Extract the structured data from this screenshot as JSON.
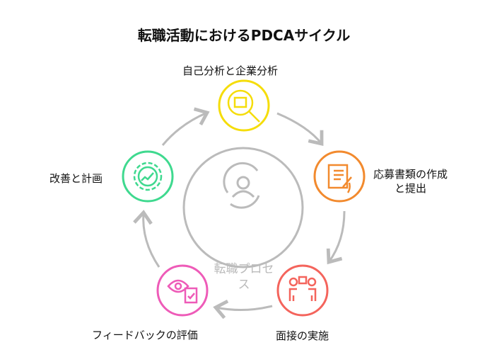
{
  "title": "転職活動におけるPDCAサイクル",
  "center": {
    "label_line1": "転職プロセ",
    "label_line2": "ス",
    "icon": "person-cycle-icon"
  },
  "steps": [
    {
      "label": "自己分析と企業分析",
      "color": "#f5dd0a",
      "icon": "magnifier-analysis-icon"
    },
    {
      "label_line1": "応募書類の作成",
      "label_line2": "と提出",
      "color": "#f28a2e",
      "icon": "document-writing-icon"
    },
    {
      "label": "面接の実施",
      "color": "#f4645c",
      "icon": "interview-icon"
    },
    {
      "label": "フィードバックの評価",
      "color": "#ee5bb8",
      "icon": "eye-clipboard-icon"
    },
    {
      "label": "改善と計画",
      "color": "#3fd98f",
      "icon": "gear-chart-icon"
    }
  ]
}
